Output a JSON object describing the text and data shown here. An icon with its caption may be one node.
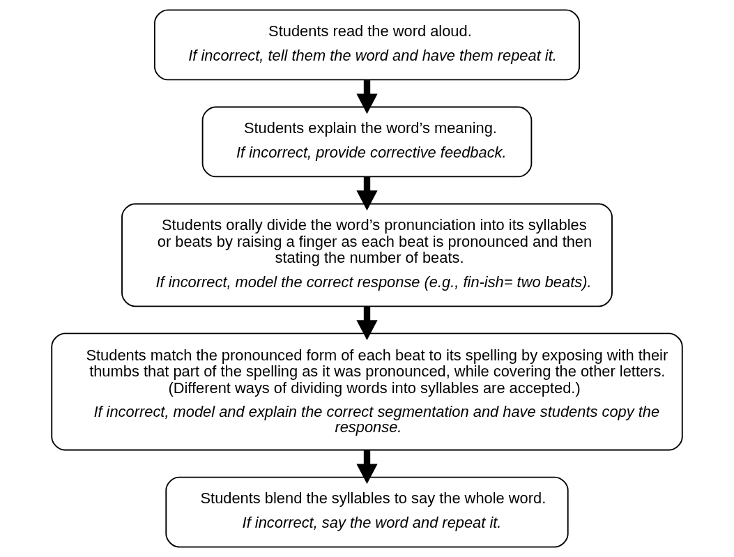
{
  "diagram": {
    "nodes": [
      {
        "text": [
          "Students read the word aloud.",
          "If incorrect, tell them the word and have them repeat it."
        ]
      },
      {
        "text": [
          "Students explain the word’s meaning.",
          "If incorrect, provide corrective feedback."
        ]
      },
      {
        "text": [
          "Students orally divide the word’s pronunciation into its syllables or beats by raising a finger as each beat is pronounced and then stating the number of beats.",
          "If incorrect, model the correct response (e.g., fin-ish= two beats)."
        ]
      },
      {
        "text": [
          "Students match the pronounced form of each beat to its spelling by exposing with their thumbs that part of the spelling as it was pronounced, while covering the other letters. (Different ways of dividing words into syllables are accepted.)",
          "If incorrect, model and explain the correct segmentation and have students copy the response."
        ]
      },
      {
        "text": [
          "Students blend the syllables to say the whole word.",
          "If incorrect, say the word and repeat it."
        ]
      }
    ],
    "edges": [
      {
        "from": 0,
        "to": 1,
        "arrow": "to"
      },
      {
        "from": 1,
        "to": 2,
        "arrow": "to"
      },
      {
        "from": 2,
        "to": 3,
        "arrow": "to"
      },
      {
        "from": 3,
        "to": 4,
        "arrow": "to"
      }
    ]
  }
}
